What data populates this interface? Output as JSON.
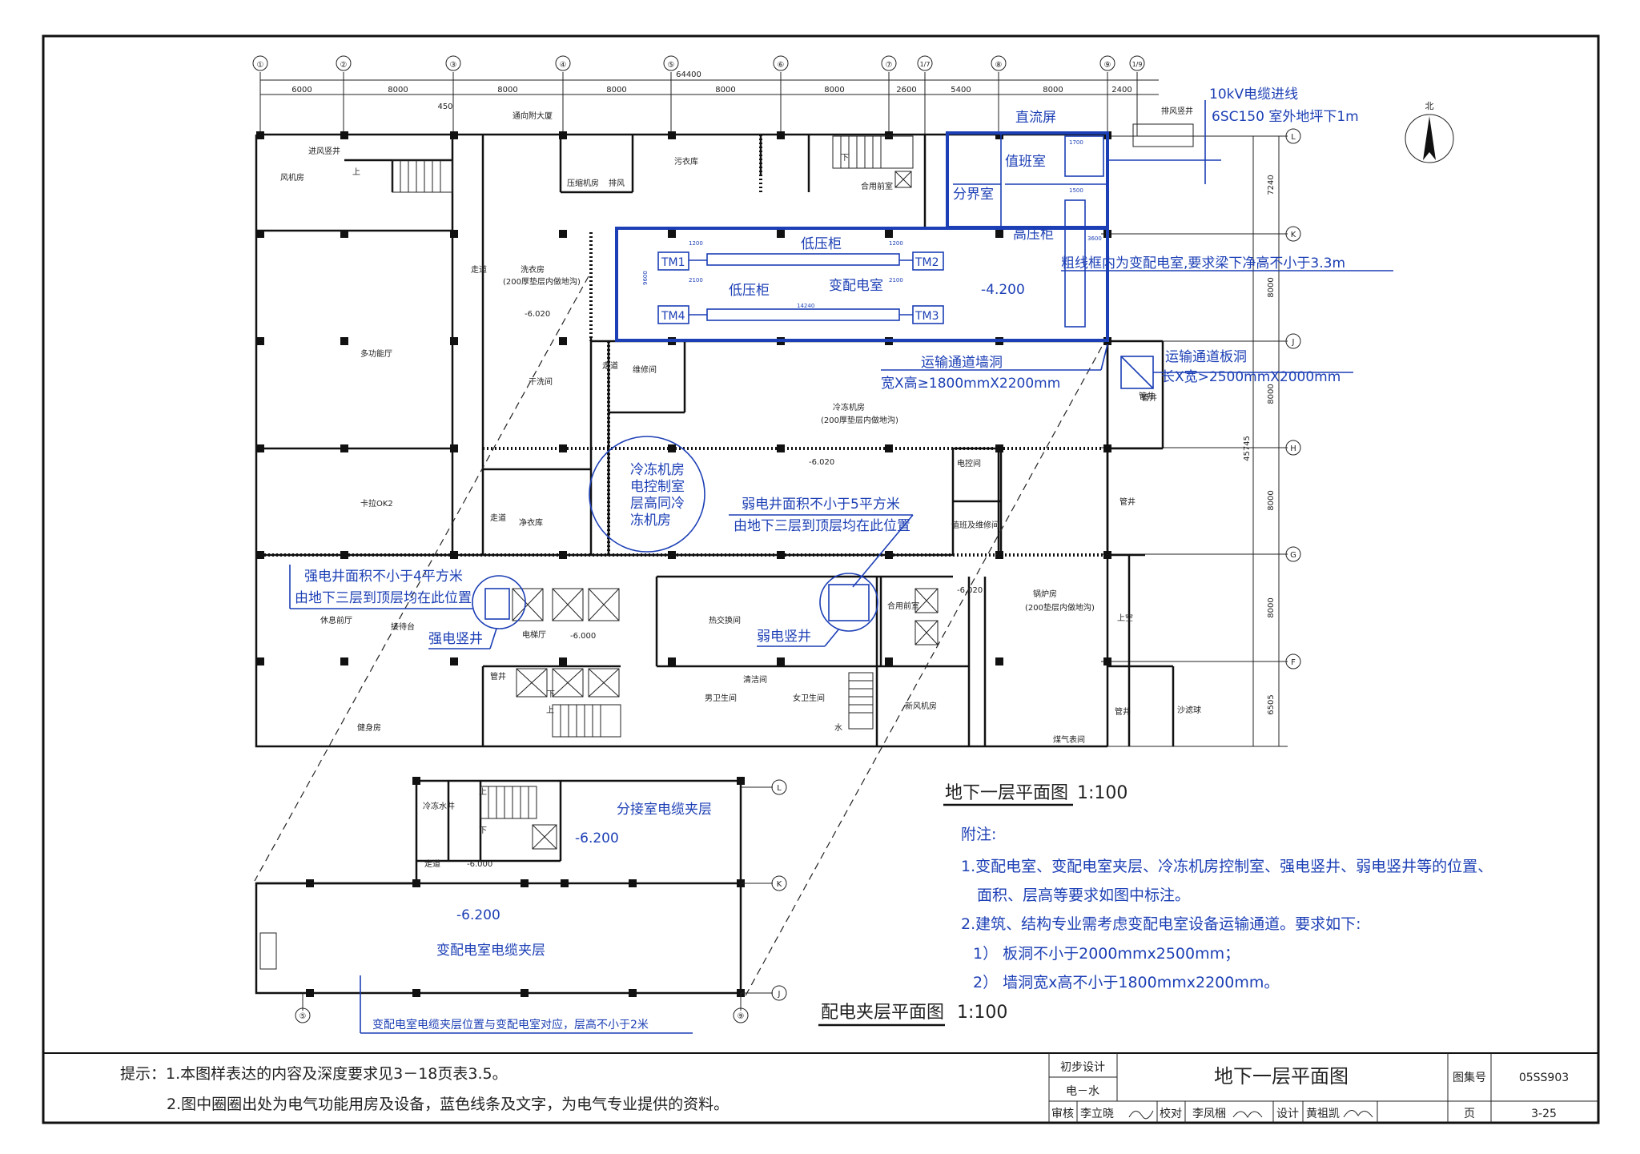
{
  "axes": {
    "top_labels": [
      "①",
      "②",
      "③",
      "④",
      "⑤",
      "⑥",
      "⑦",
      "1/7",
      "⑧",
      "⑨",
      "1/9"
    ],
    "top_dims": [
      "6000",
      "8000",
      "8000",
      "8000",
      "8000",
      "8000",
      "2600",
      "5400",
      "8000",
      "2400"
    ],
    "total": "64400",
    "offset": "450",
    "right_labels": [
      "L",
      "K",
      "J",
      "H",
      "G",
      "F"
    ],
    "right_dims": [
      "7240",
      "8000",
      "8000",
      "45745",
      "8000",
      "8000",
      "6505"
    ],
    "mezz_labels": [
      "L",
      "K",
      "J"
    ],
    "mezz_bottom": [
      "⑤",
      "⑨"
    ],
    "north": "北"
  },
  "rooms": {
    "fan_room": "风机房",
    "intake_shaft": "进风竖井",
    "corridor_top": "通向附大厦",
    "dirty_laundry": "污衣库",
    "compressor": "压缩机房",
    "exhaust": "排风",
    "shared_stair": "合用前室",
    "laundry": "洗衣房",
    "laundry_note": "(200厚垫层内做地沟)",
    "multi_hall": "多功能厅",
    "karaoke": "卡拉OK2",
    "walkway": "走道",
    "dry_wash": "干洗间",
    "clean_laundry": "净衣库",
    "repair": "维修间",
    "chiller_room": "冷冻机房",
    "chiller_note": "(200厚垫层内做地沟)",
    "control_room": "电控间",
    "valve_room": "值班及维修间",
    "pipe_shaft": "管井",
    "boiler": "锅炉房",
    "boiler_note": "(200垫层内做地沟)",
    "lounge": "休息前厅",
    "bar": "接待台",
    "elevator_hall": "电梯厅",
    "heat_exchange": "热交换间",
    "cleaning": "清洁间",
    "male_wc": "男卫生间",
    "female_wc": "女卫生间",
    "fresh_air": "新风机房",
    "gym": "健身房",
    "sand_filter": "沙滤球",
    "gas_meter": "煤气表间",
    "exhaust_shaft": "排风竖井",
    "shaft": "管井",
    "up": "上",
    "down": "下",
    "water": "水",
    "upper_void": "上空",
    "mezz_fan": "冷冻水井",
    "mezz_walkway": "走道"
  },
  "elevations": {
    "e1": "-6.020",
    "e2": "-6.020",
    "e3": "-6.000",
    "e4": "-6.020",
    "sub": "-4.200",
    "mezz1": "-6.200",
    "mezz2": "-6.200",
    "mezz_stair": "-6.000"
  },
  "blue": {
    "dc_screen": "直流屏",
    "duty_room": "值班室",
    "div_room": "分界室",
    "hv_cab": "高压柜",
    "lv_cab_1": "低压柜",
    "lv_cab_2": "低压柜",
    "substation": "变配电室",
    "tm1": "TM1",
    "tm2": "TM2",
    "tm3": "TM3",
    "tm4": "TM4",
    "cable_in_1": "10kV电缆进线",
    "cable_in_2": "6SC150  室外地坪下1m",
    "thick_box_note": "粗线框内为变配电室,要求梁下净高不小于3.3m",
    "transport_wall": "运输通道墙洞",
    "transport_wall_size": "宽X高≥1800mmX2200mm",
    "transport_slab": "运输通道板洞",
    "transport_slab_size": "长X宽>2500mmX2000mm",
    "chiller_ctrl": [
      "冷冻机房",
      "电控制室",
      "层高同冷",
      "冻机房"
    ],
    "weak_note_1": "弱电井面积不小于5平方米",
    "weak_note_2": "由地下三层到顶层均在此位置",
    "strong_note_1": "强电井面积不小于4平方米",
    "strong_note_2": "由地下三层到顶层均在此位置",
    "strong_shaft": "强电竖井",
    "weak_shaft": "弱电竖井",
    "branch_mezz": "分接室电缆夹层",
    "sub_mezz": "变配电室电缆夹层",
    "mezz_note": "变配电室电缆夹层位置与变配电室对应，层高不小于2米",
    "dim_1700": "1700",
    "dim_1500": "1500",
    "dim_3600": "3600",
    "dim_14240": "14240",
    "dim_1200a": "1200",
    "dim_1200b": "1200",
    "dim_2100a": "2100",
    "dim_2100b": "2100",
    "dim_9600": "9600"
  },
  "titles": {
    "plan": "地下一层平面图",
    "plan_scale": "1:100",
    "mezz": "配电夹层平面图",
    "mezz_scale": "1:100"
  },
  "notes": {
    "heading": "附注:",
    "n1a": "1.变配电室、变配电室夹层、冷冻机房控制室、强电竖井、弱电竖井等的位置、",
    "n1b": "面积、层高等要求如图中标注。",
    "n2": "2.建筑、结构专业需考虑变配电室设备运输通道。要求如下:",
    "n2a": "1）  板洞不小于2000mmx2500mm；",
    "n2b": "2）  墙洞宽x高不小于1800mmx2200mm。"
  },
  "footer": {
    "hint_1": "提示：1.本图样表达的内容及深度要求见3－18页表3.5。",
    "hint_2": "2.图中圈圈出处为电气功能用房及设备，蓝色线条及文字，为电气专业提供的资料。",
    "stage": "初步设计",
    "discipline": "电－水",
    "sheet_title": "地下一层平面图",
    "atlas_label": "图集号",
    "atlas_no": "05SS903",
    "review_label": "审核",
    "reviewer": "李立晓",
    "check_label": "校对",
    "checker": "李凤梱",
    "design_label": "设计",
    "designer": "黄祖凯",
    "page_label": "页",
    "page_no": "3-25"
  }
}
